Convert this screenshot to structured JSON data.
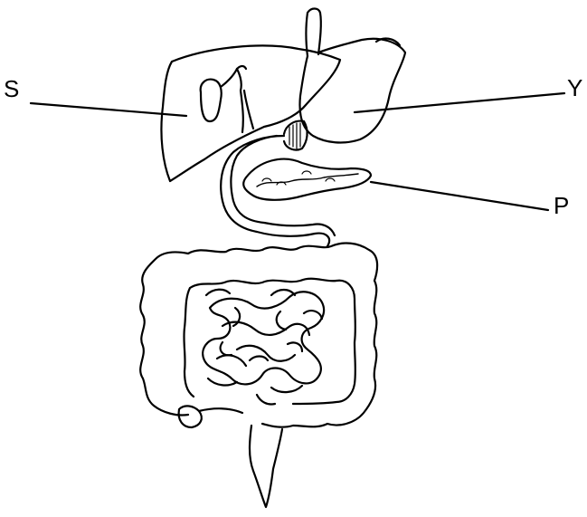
{
  "labels": {
    "s": "S",
    "y": "Y",
    "p": "P"
  },
  "colors": {
    "stroke": "#000000",
    "background": "#ffffff"
  }
}
